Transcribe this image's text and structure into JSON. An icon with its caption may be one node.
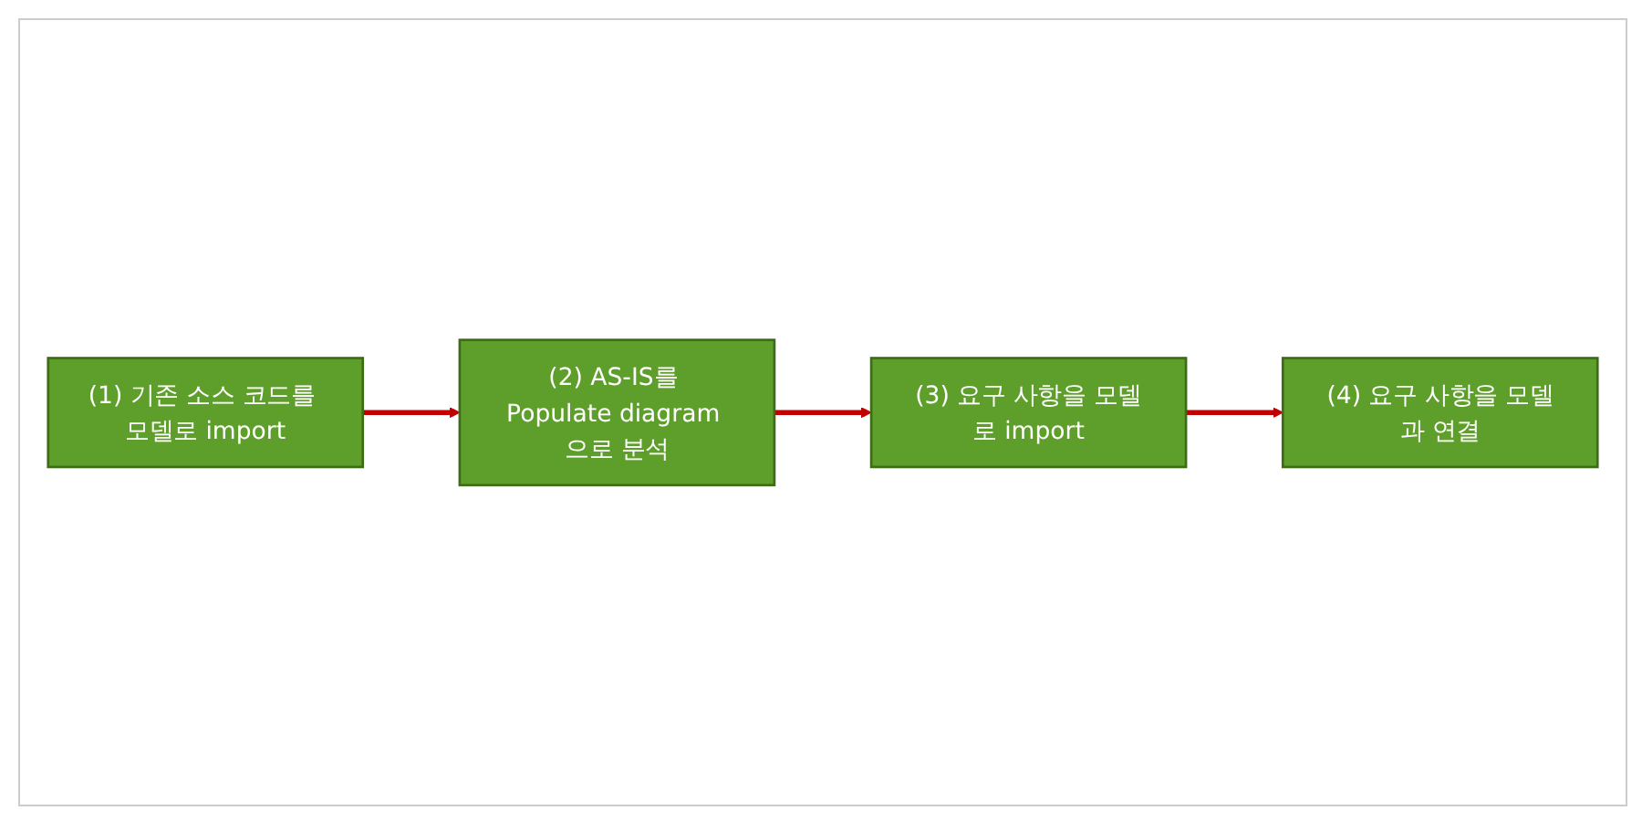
{
  "diagram": {
    "nodes": [
      {
        "text": [
          "(1) 기존 소스 코드를 모델로 import"
        ]
      },
      {
        "text": [
          "(2) AS-IS를 Populate diagram 으로 분석"
        ]
      },
      {
        "text": [
          "(3) 요구 사항을 모델로 import"
        ]
      },
      {
        "text": [
          "(4) 요구 사항을 모델과 연결"
        ]
      }
    ],
    "edges": [
      {
        "from": 0,
        "to": 1,
        "arrow": "to"
      },
      {
        "from": 1,
        "to": 2,
        "arrow": "to"
      },
      {
        "from": 2,
        "to": 3,
        "arrow": "to"
      }
    ]
  }
}
